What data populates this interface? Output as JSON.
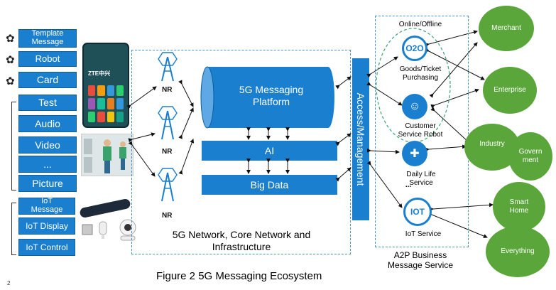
{
  "left_buttons": {
    "template_message": "Template\nMessage",
    "robot": "Robot",
    "card": "Card",
    "test": "Test",
    "audio": "Audio",
    "video": "Video",
    "more": "...",
    "picture": "Picture",
    "iot_message": "IoT\nMessage",
    "iot_display": "IoT Display",
    "iot_control": "IoT Control"
  },
  "phone": {
    "brand": "ZTE中兴"
  },
  "nr_labels": [
    "NR",
    "NR",
    "NR"
  ],
  "platform": {
    "messaging": "5G Messaging\nPlatform",
    "ai": "AI",
    "big_data": "Big Data"
  },
  "network_label": "5G Network, Core Network and\nInfrastructure",
  "access_management": "Access/Management",
  "a2p": {
    "online_offline": "Online/Offline",
    "o2o_icon": "O2O",
    "goods_ticket": "Goods/Ticket\nPurchasing",
    "customer_service": "Customer\nService Robot",
    "daily_life": "Daily Life\nService",
    "iot_icon": "IOT",
    "iot_service": "IoT Service",
    "ellipsis": "...",
    "title": "A2P Business\nMessage Service"
  },
  "circles": {
    "merchant": "Merchant",
    "enterprise": "Enterprise",
    "industry": "Industry",
    "government": "Govern\nment",
    "smart_home": "Smart\nHome",
    "everything": "Everything"
  },
  "caption": "Figure 2 5G Messaging Ecosystem",
  "page_number": "2",
  "colors": {
    "blue": "#1b7fcf",
    "green": "#5aa63a"
  }
}
